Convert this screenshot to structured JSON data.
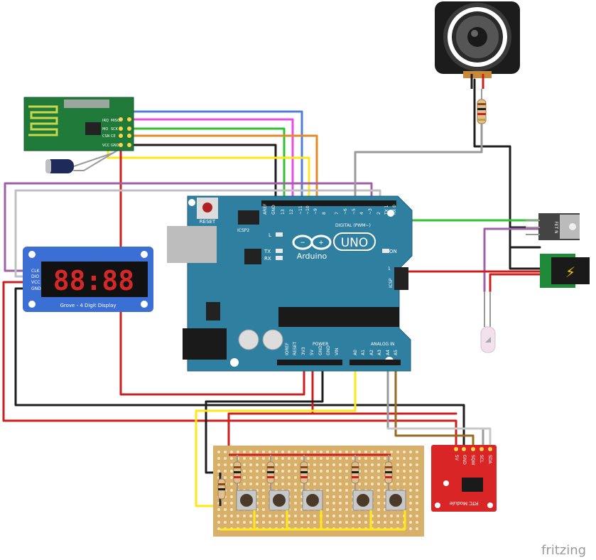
{
  "arduino": {
    "brand": "Arduino",
    "model": "UNO",
    "reset_label": "RESET",
    "icsp2_label": "ICSP2",
    "icsp_label": "ICSP",
    "digital_label": "DIGITAL (PWM~)",
    "analog_label": "ANALOG IN",
    "power_label": "POWER",
    "on_label": "ON",
    "led_l_label": "L",
    "led_tx_label": "TX",
    "led_rx_label": "RX",
    "icsp_pin1": "1",
    "digital_pins": [
      "AREF",
      "GND",
      "13",
      "12",
      "~11",
      "~10",
      "~9",
      "8",
      "7",
      "~6",
      "~5",
      "4",
      "~3",
      "2",
      "TX 1",
      "RX 0"
    ],
    "power_pins": [
      "IOREF",
      "RESET",
      "3V3",
      "5V",
      "GND",
      "GND",
      "VIN"
    ],
    "analog_pins": [
      "A0",
      "A1",
      "A2",
      "A3",
      "A4",
      "A5"
    ]
  },
  "rf_module": {
    "pins": [
      "IRQ",
      "MISO",
      "MO",
      "SCK",
      "CSN",
      "CE",
      "VCC",
      "GND"
    ]
  },
  "display": {
    "title": "Grove - 4 Digit Display",
    "digits": "88:88",
    "pins": [
      "CLK",
      "DIO",
      "VCC",
      "GND"
    ]
  },
  "rtc": {
    "title": "RTC Module",
    "pins": [
      "5V",
      "GND",
      "SQW",
      "SCL",
      "SDA"
    ]
  },
  "mosfet": {
    "label": "FET N"
  },
  "watermark": "fritzing",
  "colors": {
    "board": "#2f7fa0",
    "wire_red": "#cc1f1f",
    "wire_black": "#1e1e1e",
    "wire_yellow": "#ffe81a",
    "wire_green": "#30c030",
    "wire_blue": "#4f7fd8",
    "wire_magenta": "#e44ee4",
    "wire_orange": "#e58a2a",
    "wire_purple": "#a060a8",
    "wire_gray": "#9a9a9a",
    "wire_brown": "#9b6a1c",
    "perfboard": "#d8b06a",
    "rtc_board": "#d92525",
    "display_board": "#3c6fd4",
    "rf_board": "#1f7a3a"
  }
}
